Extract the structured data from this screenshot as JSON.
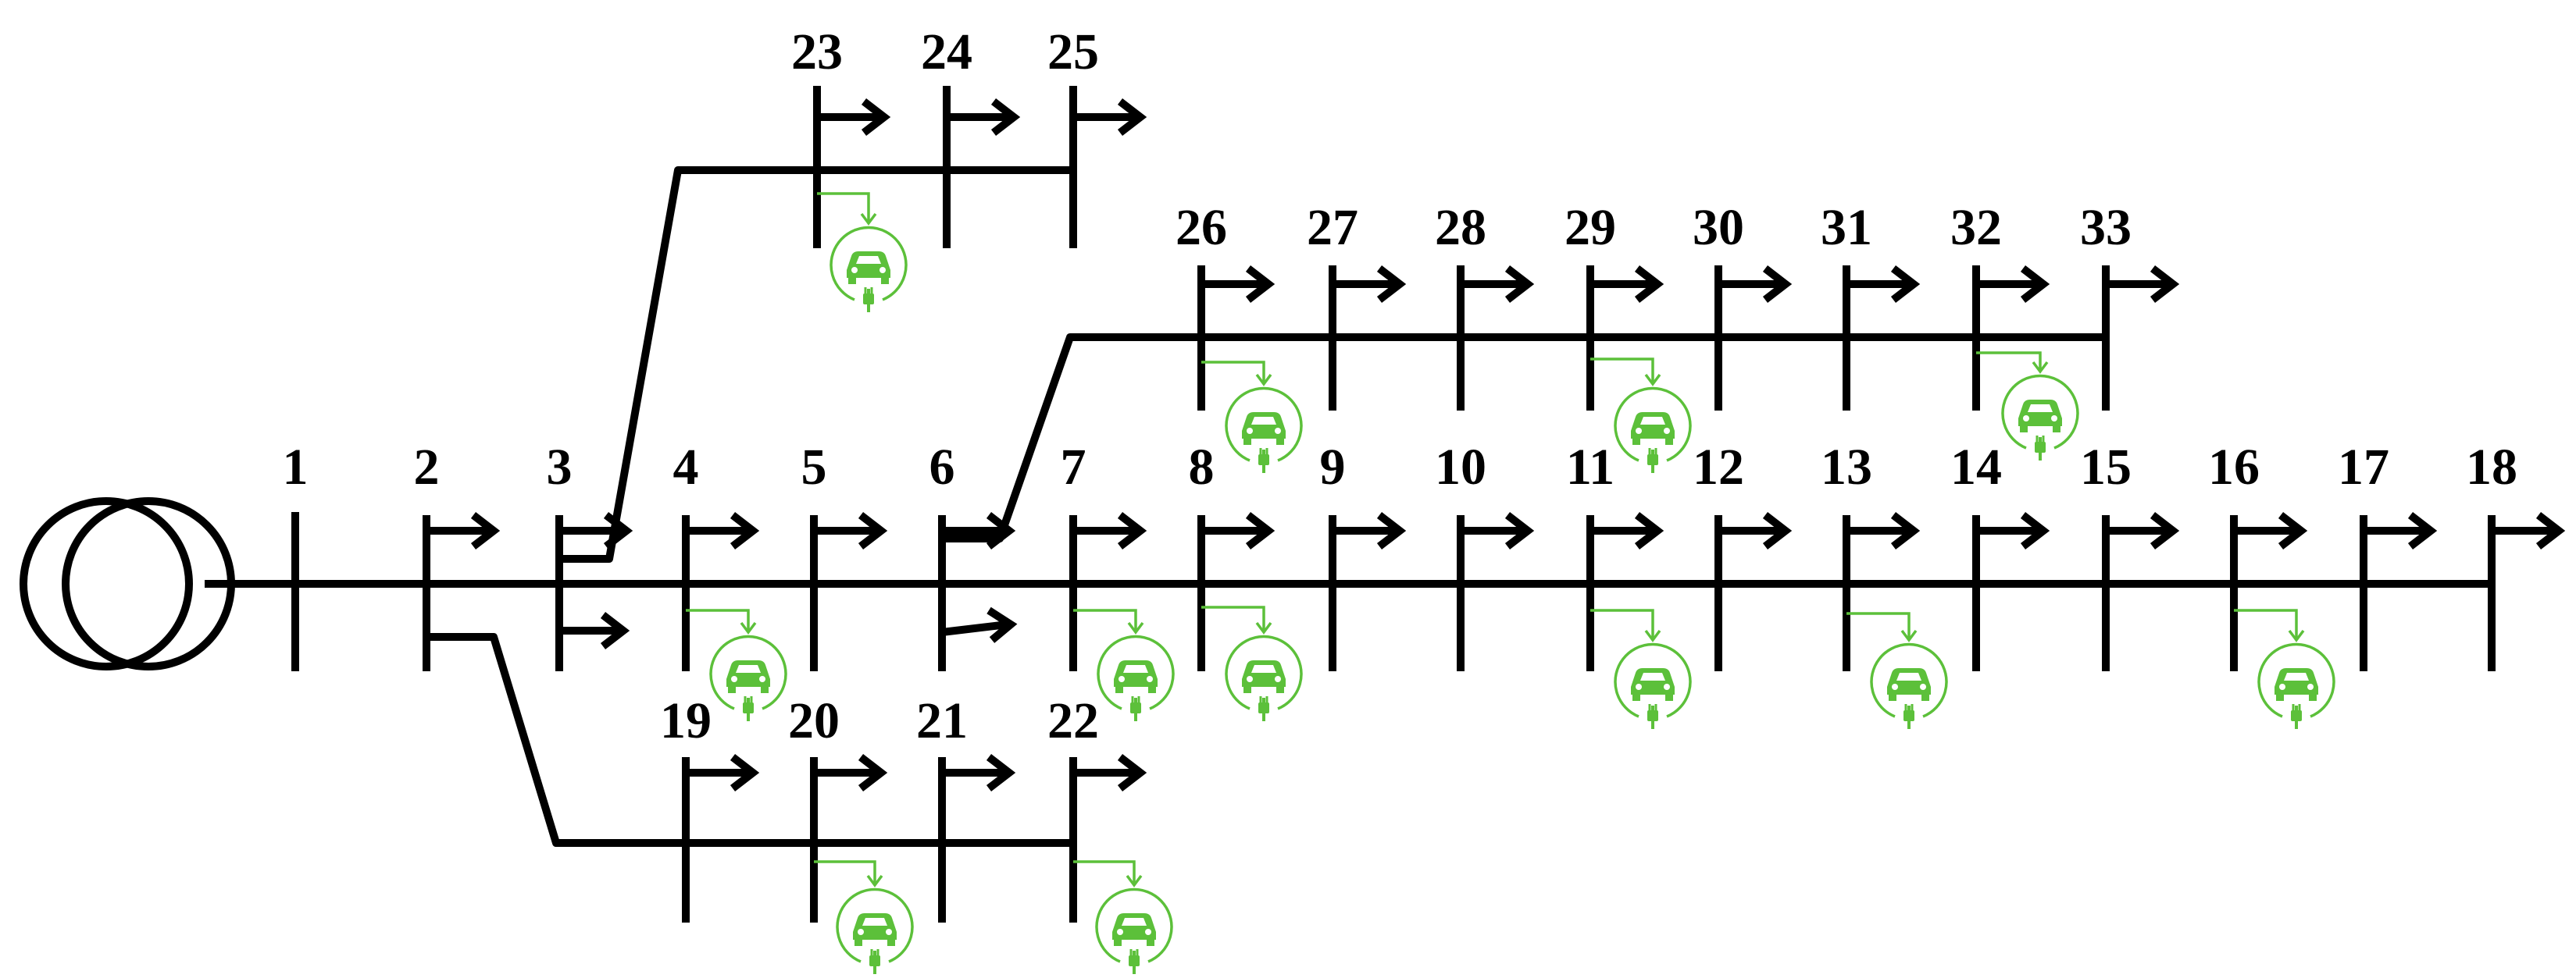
{
  "colors": {
    "line": "#000000",
    "ev": "#5cc03a",
    "background": "#ffffff"
  },
  "source": {
    "type": "transformer",
    "icon": "transformer-icon"
  },
  "buses": [
    {
      "id": "1",
      "label": "1",
      "load": false,
      "ev": false
    },
    {
      "id": "2",
      "label": "2",
      "load": true,
      "ev": false
    },
    {
      "id": "3",
      "label": "3",
      "load": true,
      "ev": false
    },
    {
      "id": "4",
      "label": "4",
      "load": true,
      "ev": true
    },
    {
      "id": "5",
      "label": "5",
      "load": true,
      "ev": false
    },
    {
      "id": "6",
      "label": "6",
      "load": true,
      "ev": false
    },
    {
      "id": "7",
      "label": "7",
      "load": true,
      "ev": true
    },
    {
      "id": "8",
      "label": "8",
      "load": true,
      "ev": true
    },
    {
      "id": "9",
      "label": "9",
      "load": true,
      "ev": false
    },
    {
      "id": "10",
      "label": "10",
      "load": true,
      "ev": false
    },
    {
      "id": "11",
      "label": "11",
      "load": true,
      "ev": true
    },
    {
      "id": "12",
      "label": "12",
      "load": true,
      "ev": false
    },
    {
      "id": "13",
      "label": "13",
      "load": true,
      "ev": true
    },
    {
      "id": "14",
      "label": "14",
      "load": true,
      "ev": false
    },
    {
      "id": "15",
      "label": "15",
      "load": true,
      "ev": false
    },
    {
      "id": "16",
      "label": "16",
      "load": true,
      "ev": true
    },
    {
      "id": "17",
      "label": "17",
      "load": true,
      "ev": false
    },
    {
      "id": "18",
      "label": "18",
      "load": true,
      "ev": false
    },
    {
      "id": "19",
      "label": "19",
      "load": true,
      "ev": false
    },
    {
      "id": "20",
      "label": "20",
      "load": true,
      "ev": true
    },
    {
      "id": "21",
      "label": "21",
      "load": true,
      "ev": false
    },
    {
      "id": "22",
      "label": "22",
      "load": true,
      "ev": true
    },
    {
      "id": "23",
      "label": "23",
      "load": true,
      "ev": true
    },
    {
      "id": "24",
      "label": "24",
      "load": true,
      "ev": false
    },
    {
      "id": "25",
      "label": "25",
      "load": true,
      "ev": false
    },
    {
      "id": "26",
      "label": "26",
      "load": true,
      "ev": true
    },
    {
      "id": "27",
      "label": "27",
      "load": true,
      "ev": false
    },
    {
      "id": "28",
      "label": "28",
      "load": true,
      "ev": false
    },
    {
      "id": "29",
      "label": "29",
      "load": true,
      "ev": true
    },
    {
      "id": "30",
      "label": "30",
      "load": true,
      "ev": false
    },
    {
      "id": "31",
      "label": "31",
      "load": true,
      "ev": false
    },
    {
      "id": "32",
      "label": "32",
      "load": true,
      "ev": true
    },
    {
      "id": "33",
      "label": "33",
      "load": true,
      "ev": false
    }
  ],
  "feeders": [
    {
      "name": "main-feeder",
      "buses": [
        "1",
        "2",
        "3",
        "4",
        "5",
        "6",
        "7",
        "8",
        "9",
        "10",
        "11",
        "12",
        "13",
        "14",
        "15",
        "16",
        "17",
        "18"
      ]
    },
    {
      "name": "lateral-19-22",
      "from": "2",
      "buses": [
        "19",
        "20",
        "21",
        "22"
      ]
    },
    {
      "name": "lateral-23-25",
      "from": "3",
      "buses": [
        "23",
        "24",
        "25"
      ]
    },
    {
      "name": "lateral-26-33",
      "from": "6",
      "buses": [
        "26",
        "27",
        "28",
        "29",
        "30",
        "31",
        "32",
        "33"
      ]
    }
  ],
  "ev_charger_icon": "ev-charger-icon"
}
